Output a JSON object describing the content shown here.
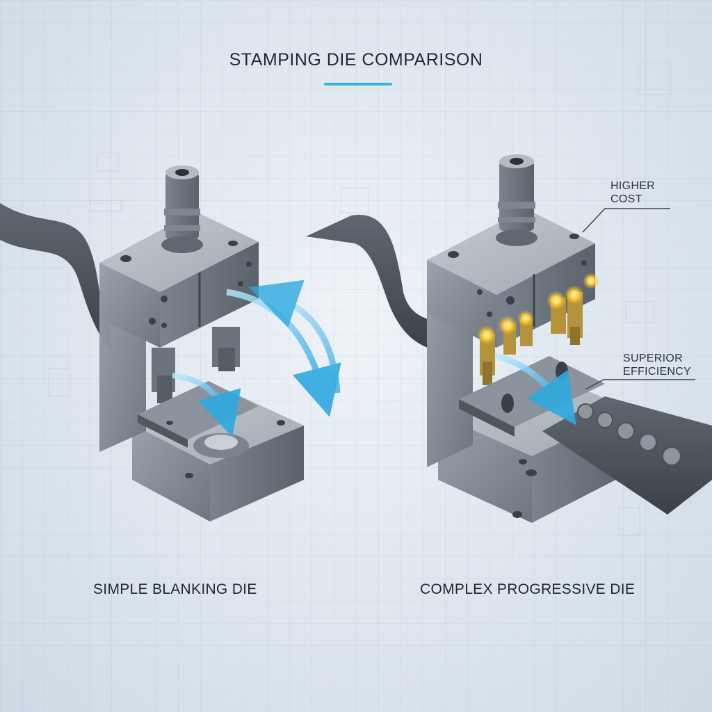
{
  "title": "STAMPING DIE COMPARISON",
  "left_die": {
    "caption": "SIMPLE BLANKING DIE"
  },
  "right_die": {
    "caption": "COMPLEX PROGRESSIVE DIE",
    "callouts": {
      "cost_line1": "HIGHER",
      "cost_line2": "COST",
      "efficiency_line1": "SUPERIOR",
      "efficiency_line2": "EFFICIENCY"
    }
  },
  "colors": {
    "accent": "#36b3e3",
    "arrow": "#5cc8f2",
    "glow": "#ffd24a",
    "steel": "#8a939d"
  }
}
